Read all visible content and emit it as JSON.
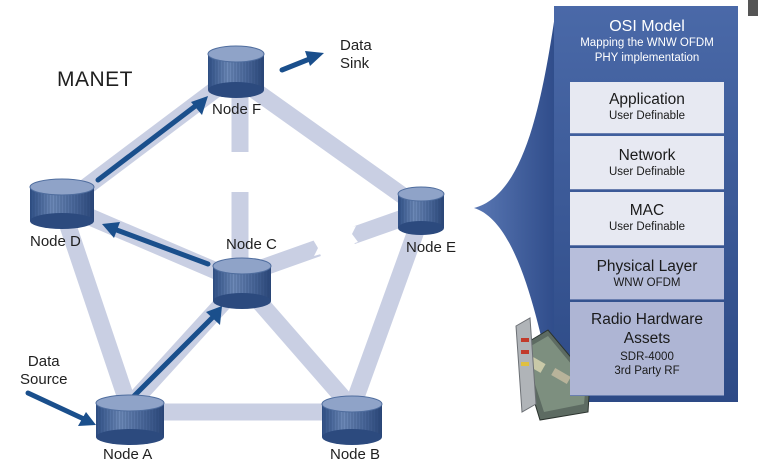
{
  "diagram": {
    "title": "MANET",
    "nodes": {
      "a": "Node A",
      "b": "Node B",
      "c": "Node C",
      "d": "Node D",
      "e": "Node E",
      "f": "Node F"
    },
    "data_source": [
      "Data",
      "Source"
    ],
    "data_sink": [
      "Data",
      "Sink"
    ]
  },
  "osi_model": {
    "title": "OSI Model",
    "subtitle": [
      "Mapping the WNW OFDM",
      "PHY implementation"
    ],
    "layers": [
      {
        "name": "Application",
        "sub": [
          "User Definable"
        ]
      },
      {
        "name": "Network",
        "sub": [
          "User Definable"
        ]
      },
      {
        "name": "MAC",
        "sub": [
          "User Definable"
        ]
      },
      {
        "name": "Physical Layer",
        "sub": [
          "WNW OFDM"
        ]
      },
      {
        "name": "Radio Hardware Assets",
        "sub": [
          "SDR-4000",
          "3rd Party RF"
        ]
      }
    ]
  },
  "colors": {
    "link": "#c9cfe3",
    "arrow": "#1a4f8c",
    "node_top": "#8fa3c8",
    "node_body": "#4f6d9e",
    "panel_dark": "#3a5896",
    "panel_light": "#e7e9f2",
    "panel_mid": "#b7bedb"
  }
}
